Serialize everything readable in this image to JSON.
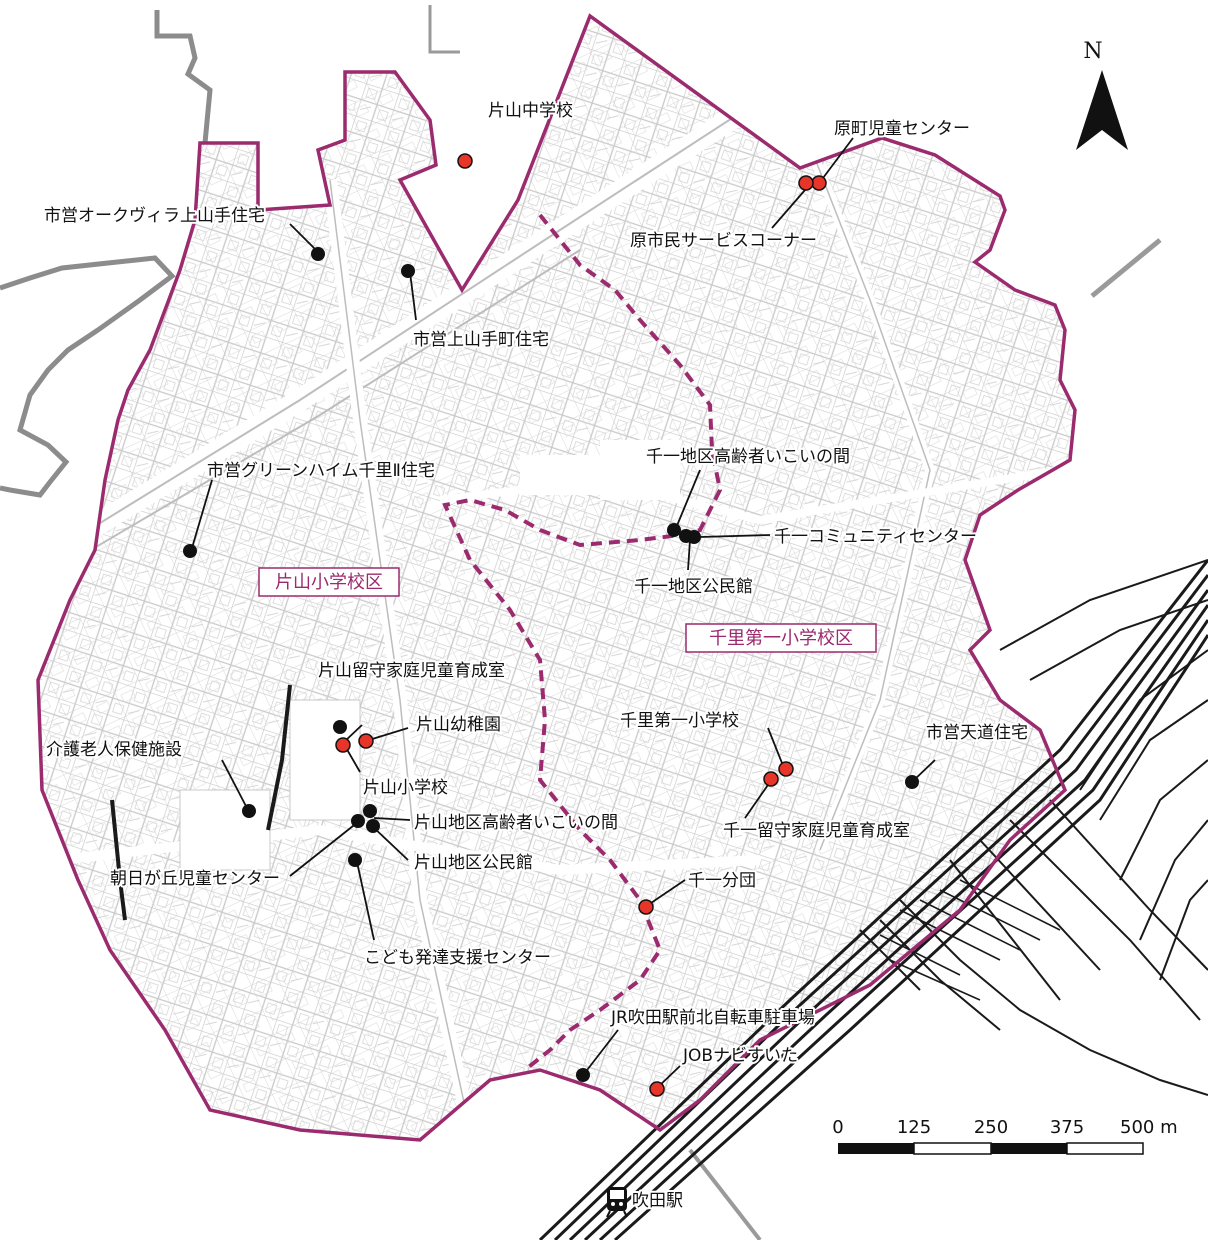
{
  "map": {
    "colors": {
      "boundary": "#9b2a6e",
      "school_district_line": "#9b2a6e",
      "streets": "#c8c8c8",
      "outside": "#8c8c8c",
      "railway": "#1a1a1a",
      "facility_red": "#e8352a",
      "facility_black": "#111111"
    },
    "districts": {
      "katayama": "片山小学校区",
      "senri_daiichi": "千里第一小学校区"
    },
    "north": "N",
    "station": "吹田駅",
    "scale": {
      "ticks": [
        "0",
        "125",
        "250",
        "375",
        "500 m"
      ]
    },
    "facilities": {
      "katayama_jhs": "片山中学校",
      "oakvilla": "市営オークヴィラ上山手住宅",
      "kamiyamate": "市営上山手町住宅",
      "greenheim": "市営グリーンハイム千里Ⅱ住宅",
      "haramachi_jido": "原町児童センター",
      "hara_shimin": "原市民サービスコーナー",
      "senichi_ikoi": "千一地区高齢者いこいの間",
      "senichi_community": "千一コミュニティセンター",
      "senichi_kominkan": "千一地区公民館",
      "katayama_rusu": "片山留守家庭児童育成室",
      "katayama_yochien": "片山幼稚園",
      "kaigo": "介護老人保健施設",
      "katayama_shogakko": "片山小学校",
      "katayama_ikoi": "片山地区高齢者いこいの間",
      "katayama_kominkan": "片山地区公民館",
      "asahigaoka": "朝日が丘児童センター",
      "kodomo": "こども発達支援センター",
      "senri_daiichi_shogakko": "千里第一小学校",
      "senichi_rusu": "千一留守家庭児童育成室",
      "tendo": "市営天道住宅",
      "senichi_bundan": "千一分団",
      "jr_bicycle": "JR吹田駅前北自転車駐車場",
      "job_navi": "JOBナビすいた"
    }
  }
}
